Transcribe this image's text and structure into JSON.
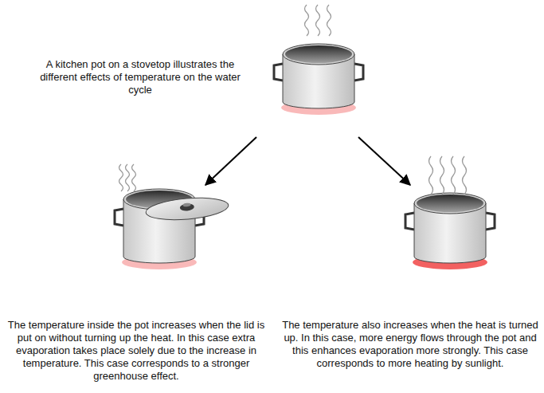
{
  "diagram": {
    "labels": [
      "A kitchen pot on a stovetop illustrates the different effects of temperature on the water cycle",
      "The temperature inside the pot increases when the lid is put on without turning up the heat.  In this case extra evaporation takes place solely due to the increase in temperature. This case corresponds to a stronger greenhouse effect.",
      "The temperature also increases when the heat is turned up.  In this case, more energy flows through the pot and this enhances evaporation more strongly.  This case corresponds to more heating by sunlight."
    ]
  }
}
